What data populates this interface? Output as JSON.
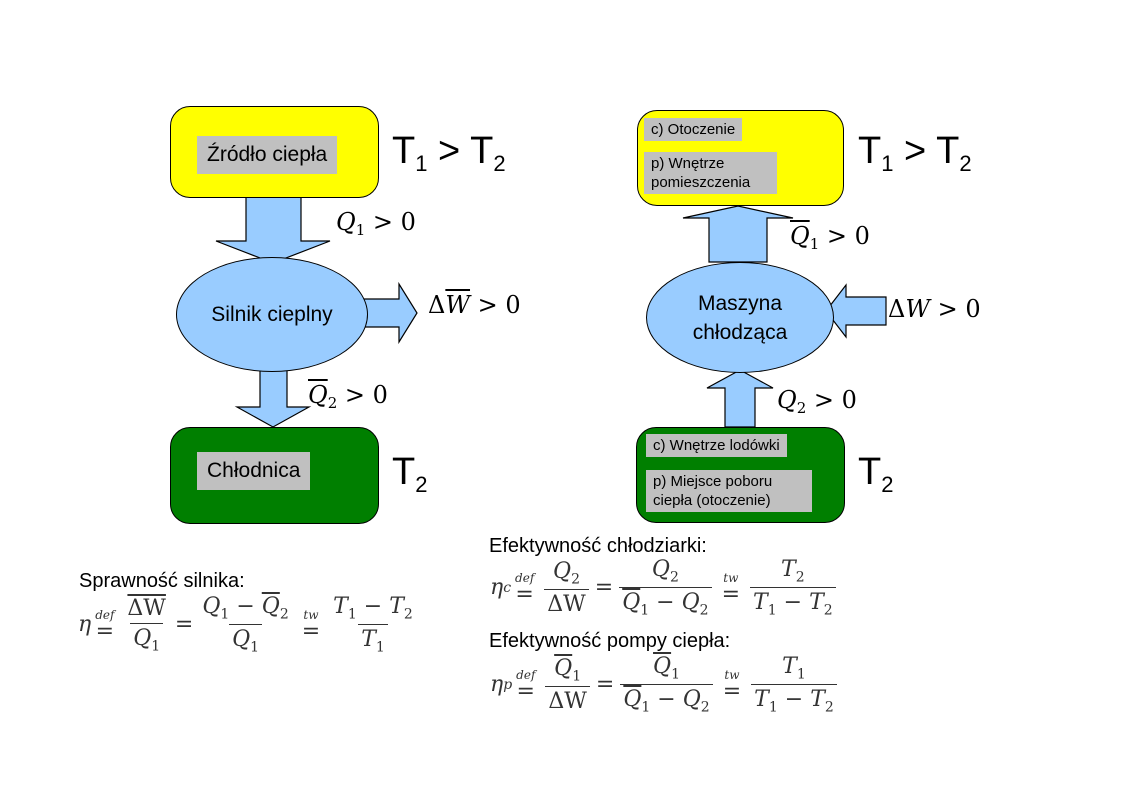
{
  "engine": {
    "source_label": "Źródło ciepła",
    "core_label": "Silnik cieplny",
    "sink_label": "Chłodnica",
    "top_temp": {
      "a": "T",
      "a_sub": "1",
      "op": " > ",
      "b": "T",
      "b_sub": "2"
    },
    "bottom_temp": {
      "a": "T",
      "a_sub": "2"
    },
    "q_in": {
      "sym": "Q",
      "sub": "1",
      "rel": " > 0"
    },
    "work": {
      "pre": "Δ",
      "sym": "W",
      "rel": " > 0"
    },
    "q_out": {
      "sym": "Q",
      "sub": "2",
      "rel": " > 0"
    },
    "caption": "Sprawność silnika:"
  },
  "fridge": {
    "top_label_c": "c) Otoczenie",
    "top_label_p": "p) Wnętrze pomieszczenia",
    "core_label": "Maszyna chłodząca",
    "bottom_label_c": "c) Wnętrze lodówki",
    "bottom_label_p": "p) Miejsce poboru ciepła (otoczenie)",
    "top_temp": {
      "a": "T",
      "a_sub": "1",
      "op": " > ",
      "b": "T",
      "b_sub": "2"
    },
    "bottom_temp": {
      "a": "T",
      "a_sub": "2"
    },
    "q_out": {
      "sym": "Q",
      "sub": "1",
      "rel": " > 0"
    },
    "work": {
      "pre": "Δ",
      "sym": "W",
      "rel": " > 0"
    },
    "q_in": {
      "sym": "Q",
      "sub": "2",
      "rel": " > 0"
    },
    "caption_c": "Efektywność chłodziarki:",
    "caption_p": "Efektywność pompy ciepła:"
  },
  "formula": {
    "def": "def",
    "tw": "tw",
    "eta": "η",
    "eta_c_sub": "c",
    "eta_p_sub": "p",
    "eq": "=",
    "dW": "ΔW",
    "minus": "−"
  },
  "colors": {
    "hot": "#ffff00",
    "cold": "#007f00",
    "machine": "#99ccff",
    "label_bg": "#c0c0c0"
  }
}
